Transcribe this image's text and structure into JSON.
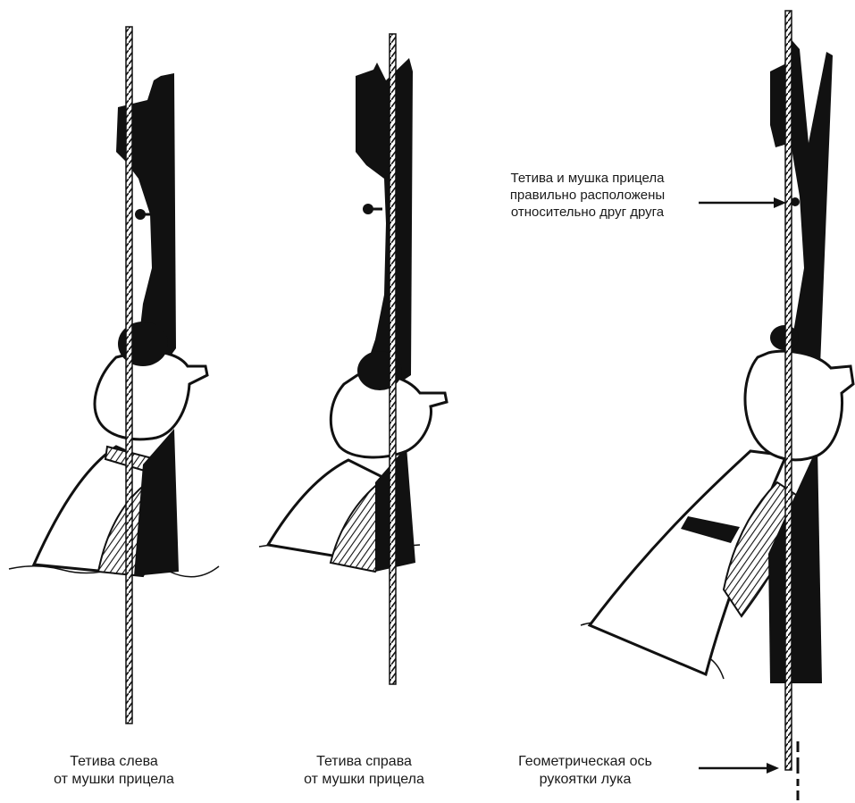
{
  "captions": {
    "left": {
      "line1": "Тетива слева",
      "line2": "от мушки прицела"
    },
    "middle": {
      "line1": "Тетива справа",
      "line2": "от мушки прицела"
    },
    "right_axis": {
      "line1": "Геометрическая ось",
      "line2": "рукоятки лука"
    }
  },
  "annotation": {
    "line1": "Тетива и мушка прицела",
    "line2": "правильно расположены",
    "line3": "относительно друг друга"
  },
  "colors": {
    "ink": "#111111",
    "paper": "#ffffff"
  }
}
